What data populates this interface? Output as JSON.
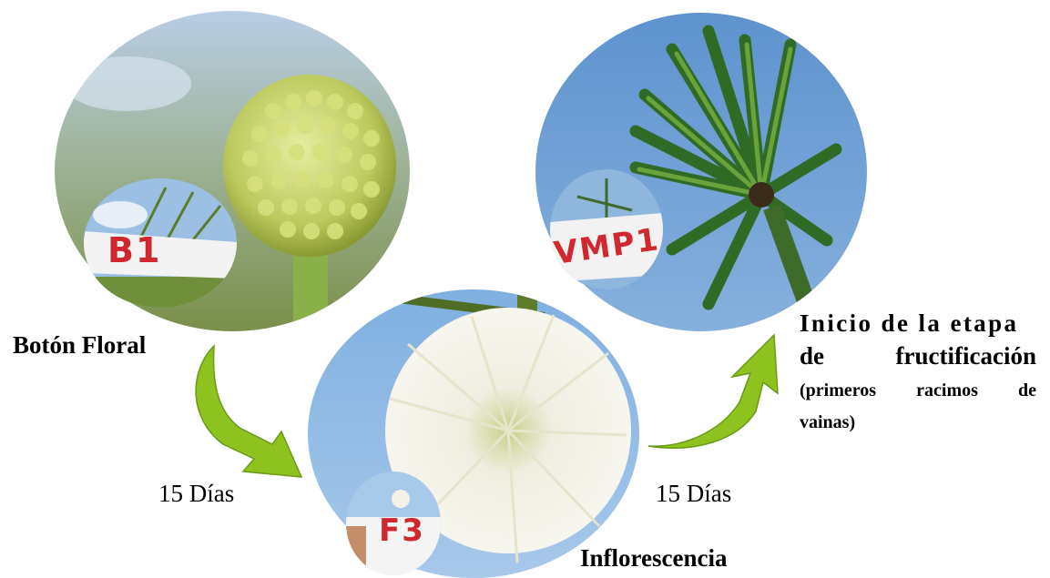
{
  "stages": [
    {
      "caption": "Botón Floral",
      "tag": "B1"
    },
    {
      "caption": "Inflorescencia",
      "tag": "F3"
    },
    {
      "caption_line1": "Inicio de la etapa",
      "caption_line2_a": "de",
      "caption_line2_b": "fructificación",
      "caption_sub_line1_a": "(primeros",
      "caption_sub_line1_b": "racimos",
      "caption_sub_line1_c": "de",
      "caption_sub_line2": "vainas)",
      "tag": "VMP1"
    }
  ],
  "intervals": [
    {
      "label": "15 Días"
    },
    {
      "label": "15 Días"
    }
  ],
  "colors": {
    "arrow_green": "#8dc21f",
    "arrow_dark": "#6b9a14",
    "sky": "#6e9fd6",
    "tag_red": "#d0282e"
  }
}
